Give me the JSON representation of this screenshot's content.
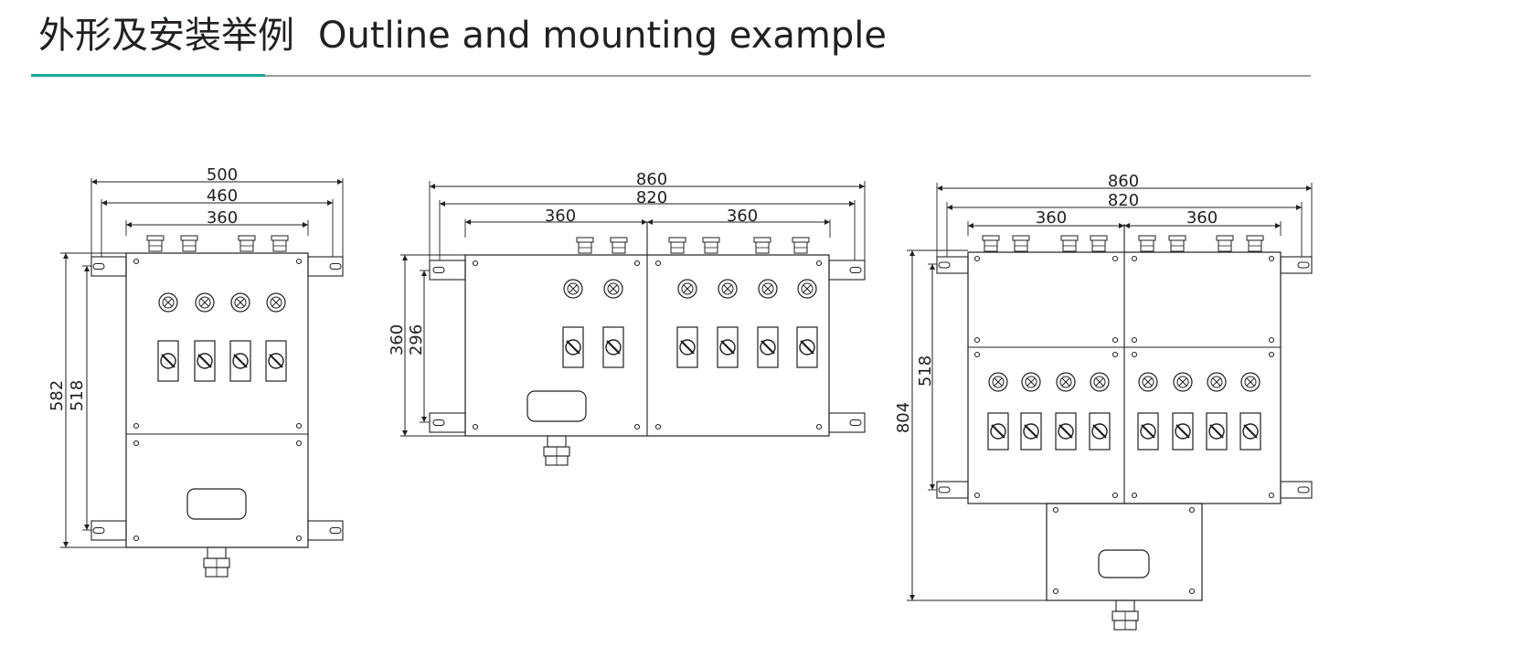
{
  "header": {
    "title_zh": "外形及安装举例",
    "title_en": "Outline and mounting example",
    "accent_color": "#1aa59a",
    "rule_color": "#9c9c9c"
  },
  "drawing_1": {
    "dims_horizontal": [
      "500",
      "460",
      "360"
    ],
    "dims_vertical": [
      "582",
      "518"
    ]
  },
  "drawing_2": {
    "dims_horizontal": [
      "860",
      "820",
      "360",
      "360"
    ],
    "dims_vertical": [
      "360",
      "296"
    ]
  },
  "drawing_3": {
    "dims_horizontal": [
      "860",
      "820",
      "360",
      "360"
    ],
    "dims_vertical": [
      "518",
      "804"
    ]
  }
}
